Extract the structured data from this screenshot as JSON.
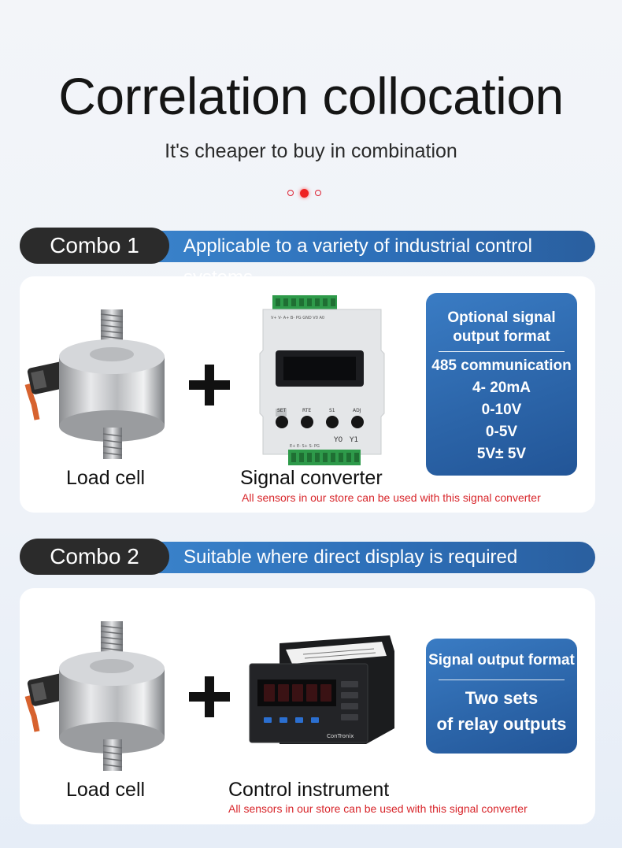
{
  "header": {
    "title": "Correlation collocation",
    "subtitle": "It's cheaper to buy in combination"
  },
  "combo1": {
    "tag": "Combo 1",
    "banner": "Applicable to a variety of industrial control systems",
    "item1_label": "Load cell",
    "item2_label": "Signal converter",
    "note": "All sensors in our store can be used with this signal converter",
    "info_title_line1": "Optional signal",
    "info_title_line2": "output format",
    "outputs": [
      "485 communication",
      "4- 20mA",
      "0-10V",
      "0-5V",
      "5V± 5V"
    ],
    "converter_labels": {
      "top": "V+  V-  A+  B-  PG  GND  V0  A0",
      "buttons": [
        "SET",
        "RTE",
        "S1",
        "ADJ"
      ],
      "y0": "Y0",
      "y1": "Y1",
      "bottom": "E+  E-  S+  S-  PG"
    }
  },
  "combo2": {
    "tag": "Combo 2",
    "banner": "Suitable where direct display is required",
    "item1_label": "Load cell",
    "item2_label": "Control instrument",
    "note": "All sensors in our store can be used with this signal converter",
    "info_title": "Signal output format",
    "info_line1": "Two sets",
    "info_line2": "of relay outputs",
    "instrument_brand": "ConTronix"
  },
  "colors": {
    "accent_blue": "#2d6fb8",
    "dark_tag": "#2b2b2b",
    "note_red": "#d8262b",
    "pagination_red": "#e22"
  }
}
